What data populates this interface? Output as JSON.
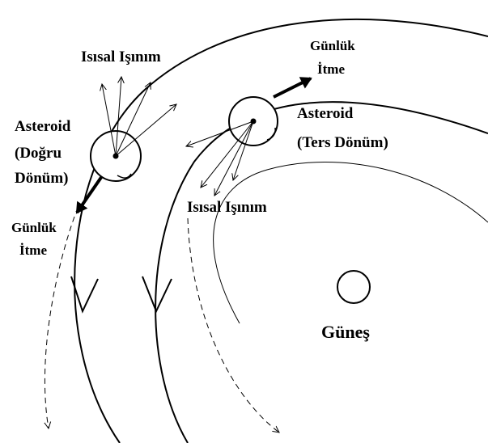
{
  "labels": {
    "thermal_radiation_1": "Isısal Işınım",
    "thermal_radiation_2": "Isısal Işınım",
    "asteroid_prograde_line1": "Asteroid",
    "asteroid_prograde_line2": "(Doğru",
    "asteroid_prograde_line3": "Dönüm)",
    "asteroid_retrograde_line1": "Asteroid",
    "asteroid_retrograde_line2": "(Ters Dönüm)",
    "diurnal_thrust_left_line1": "Günlük",
    "diurnal_thrust_left_line2": "İtme",
    "diurnal_thrust_right_line1": "Günlük",
    "diurnal_thrust_right_line2": "İtme",
    "sun": "Güneş"
  },
  "colors": {
    "ink": "#000000",
    "background": "#ffffff"
  }
}
